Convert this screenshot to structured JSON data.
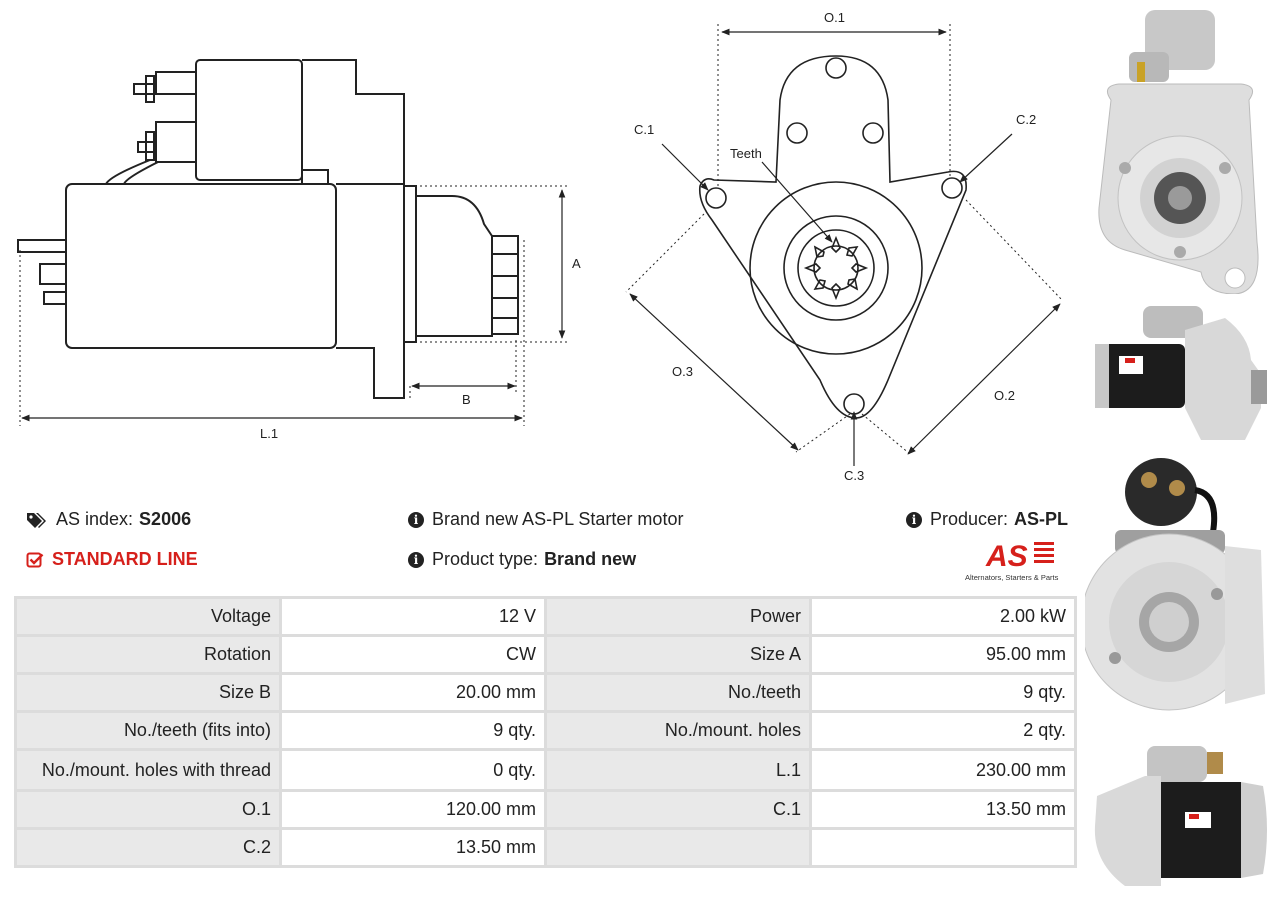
{
  "drawing": {
    "labels": {
      "a": "A",
      "b": "B",
      "l1": "L.1",
      "o1": "O.1",
      "o2": "O.2",
      "o3": "O.3",
      "c1": "C.1",
      "c2": "C.2",
      "c3": "C.3",
      "teeth": "Teeth"
    }
  },
  "info": {
    "index_label": "AS index:",
    "index_value": "S2006",
    "line_label": "STANDARD LINE",
    "description": "Brand new AS-PL Starter motor",
    "type_label": "Product type:",
    "type_value": "Brand new",
    "producer_label": "Producer:",
    "producer_value": "AS-PL"
  },
  "logo": {
    "mark": "AS",
    "tagline": "Alternators, Starters & Parts"
  },
  "specs": {
    "rows": [
      [
        {
          "label": "Voltage",
          "value": "12 V"
        },
        {
          "label": "Power",
          "value": "2.00 kW"
        }
      ],
      [
        {
          "label": "Rotation",
          "value": "CW"
        },
        {
          "label": "Size A",
          "value": "95.00 mm"
        }
      ],
      [
        {
          "label": "Size B",
          "value": "20.00 mm"
        },
        {
          "label": "No./teeth",
          "value": "9 qty."
        }
      ],
      [
        {
          "label": "No./teeth (fits into)",
          "value": "9 qty."
        },
        {
          "label": "No./mount. holes",
          "value": "2 qty."
        }
      ],
      [
        {
          "label": "No./mount. holes with thread",
          "value": "0 qty."
        },
        {
          "label": "L.1",
          "value": "230.00 mm"
        }
      ],
      [
        {
          "label": "O.1",
          "value": "120.00 mm"
        },
        {
          "label": "C.1",
          "value": "13.50 mm"
        }
      ],
      [
        {
          "label": "C.2",
          "value": "13.50 mm"
        },
        {
          "label": "",
          "value": ""
        }
      ]
    ]
  },
  "colors": {
    "brand_red": "#d6201b",
    "table_border": "#dcdcdc",
    "label_bg": "#e9e9e9"
  }
}
